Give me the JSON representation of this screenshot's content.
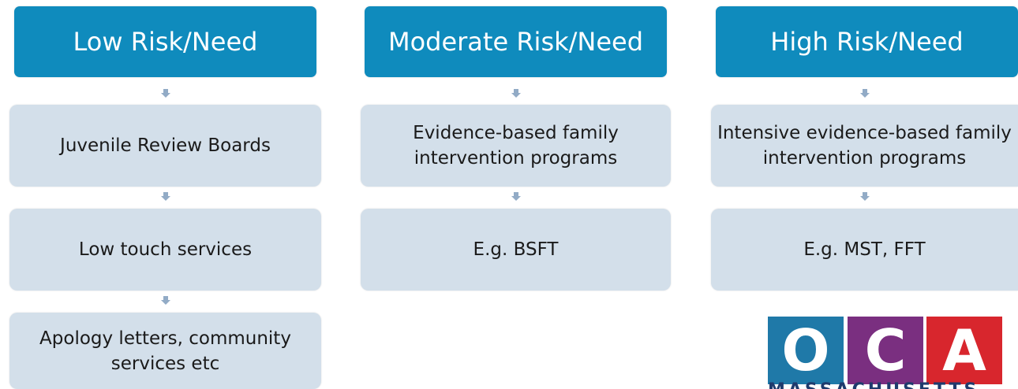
{
  "columns": [
    {
      "header": "Low Risk/Need",
      "boxes": [
        "Juvenile Review Boards",
        "Low touch services",
        "Apology letters, community services etc"
      ]
    },
    {
      "header": "Moderate Risk/Need",
      "boxes": [
        "Evidence-based family intervention programs",
        "E.g. BSFT"
      ]
    },
    {
      "header": "High Risk/Need",
      "boxes": [
        "Intensive evidence-based family intervention programs",
        "E.g. MST, FFT"
      ]
    }
  ],
  "logo": {
    "letters": [
      "O",
      "C",
      "A"
    ],
    "subtitle": "MASSACHUSETTS",
    "colors": [
      "#1f79a8",
      "#7a2f80",
      "#d8262d"
    ]
  },
  "colors": {
    "header_bg": "#0f8bbd",
    "box_bg": "#d3dfea",
    "arrow": "#92abc6"
  }
}
